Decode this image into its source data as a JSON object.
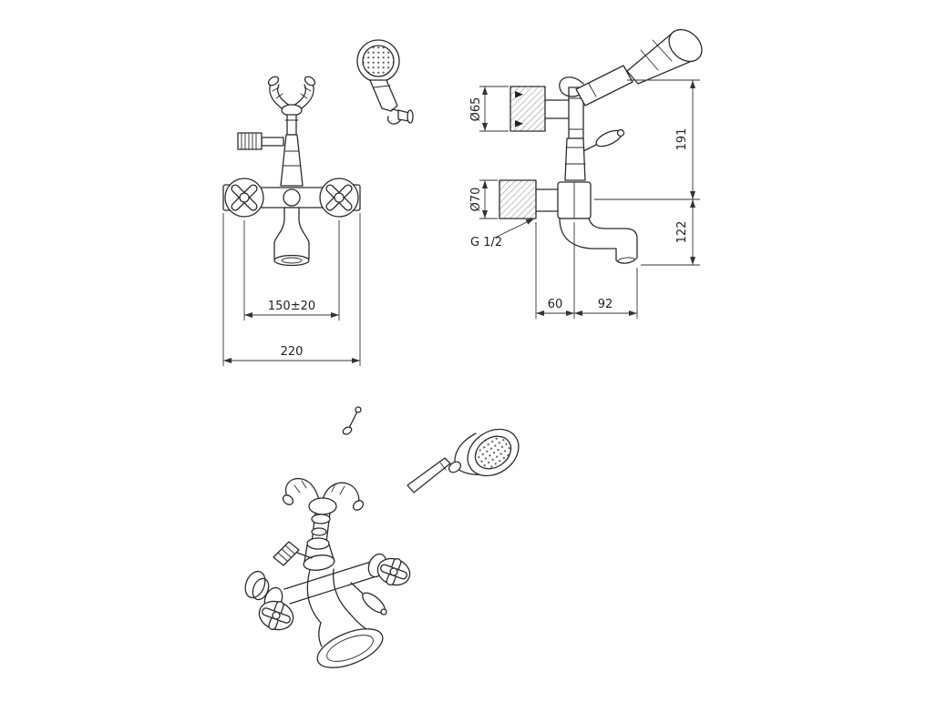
{
  "front_view": {
    "handle_span": "150±20",
    "overall_width": "220"
  },
  "side_view": {
    "top_flange_diameter": "Ø65",
    "bottom_flange_diameter": "Ø70",
    "upper_height": "191",
    "lower_height": "122",
    "wall_to_center": "60",
    "center_to_spout": "92",
    "connection_thread": "G 1/2"
  },
  "colors": {
    "line": "#2b2b2b",
    "dimension": "#333333",
    "background": "#ffffff"
  }
}
